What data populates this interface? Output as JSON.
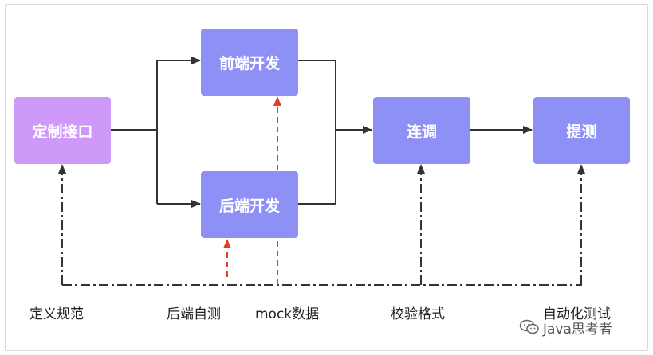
{
  "nodes": {
    "define_interface": "定制接口",
    "frontend_dev": "前端开发",
    "backend_dev": "后端开发",
    "joint_debug": "连调",
    "submit_test": "提测"
  },
  "labels": {
    "define_spec": "定义规范",
    "backend_selftest": "后端自测",
    "mock_data": "mock数据",
    "verify_format": "校验格式",
    "auto_test": "自动化测试"
  },
  "watermark": {
    "text": "Java思考者",
    "icon": "wechat-icon"
  },
  "colors": {
    "node_blue": "#8f90f5",
    "node_purple": "#cf99fa",
    "arrow_black": "#333333",
    "arrow_red": "#e8392b"
  }
}
